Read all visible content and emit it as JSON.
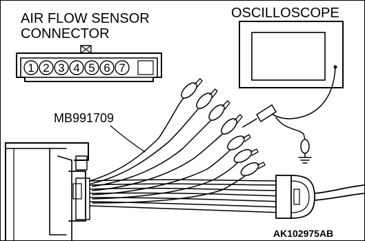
{
  "labels": {
    "connector_title_line1": "AIR FLOW SENSOR",
    "connector_title_line2": "CONNECTOR",
    "oscilloscope": "OSCILLOSCOPE",
    "test_harness": "MB991709",
    "figure_code": "AK102975AB"
  },
  "connector": {
    "pins": [
      "1",
      "2",
      "3",
      "4",
      "5",
      "6",
      "7"
    ]
  },
  "icons": {
    "lock_tab": "lock-tab-icon",
    "ground": "ground-icon"
  }
}
